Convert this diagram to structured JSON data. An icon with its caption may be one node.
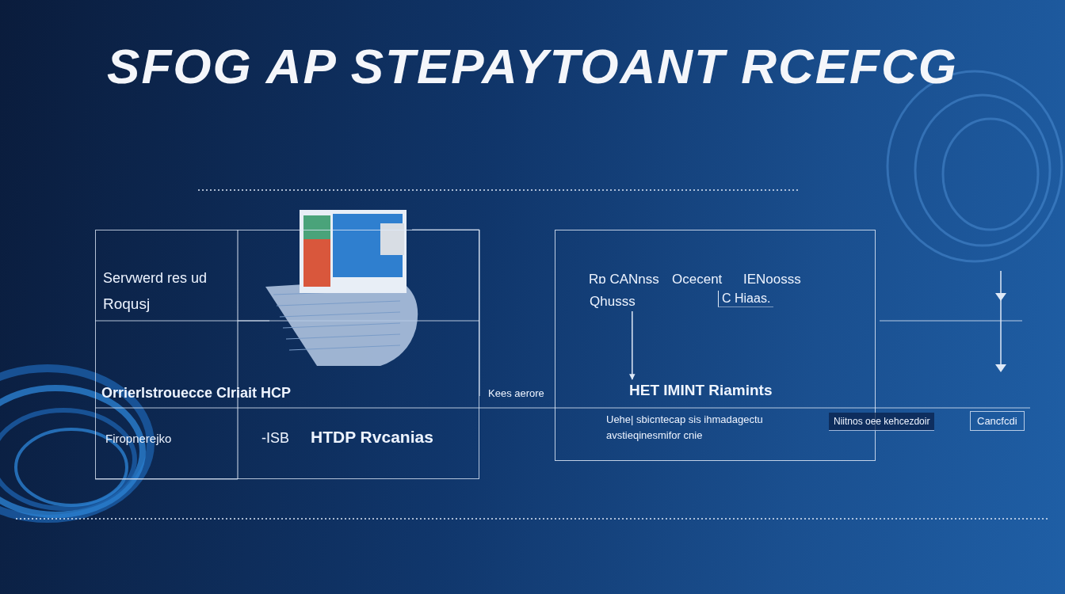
{
  "diagram": {
    "title": "SFOG AP STEPAYTOANT RCEFCG",
    "nodes": [
      {
        "text": [],
        "shape": "box"
      },
      {
        "text": [],
        "shape": "box"
      },
      {
        "text": [
          "C Hiaas."
        ],
        "in": 1
      },
      {
        "text": [
          "Qhusss"
        ],
        "in": 1
      },
      {
        "text": [
          "HET IMINT Riamints"
        ],
        "in": 1
      },
      {
        "text": [
          "Niitnos oee kehcezdoir"
        ]
      },
      {
        "text": [
          "Cancfcdi"
        ]
      }
    ],
    "edges": [
      {
        "from": 3,
        "to": 4,
        "arrow": "to"
      }
    ],
    "labels": [
      "Servwerd res ud",
      "Roqusj",
      "Orrierlstrouecce Clriait HCP",
      "Firopnerejko",
      "-ISB",
      "HTDP Rvcanias",
      "Kees aerore",
      "Rɒ CANnss",
      "Ocecent",
      "IENoosss",
      "Uehe| sbicntecap sis ihmadagectu avstieqinesmifor cnie"
    ]
  }
}
